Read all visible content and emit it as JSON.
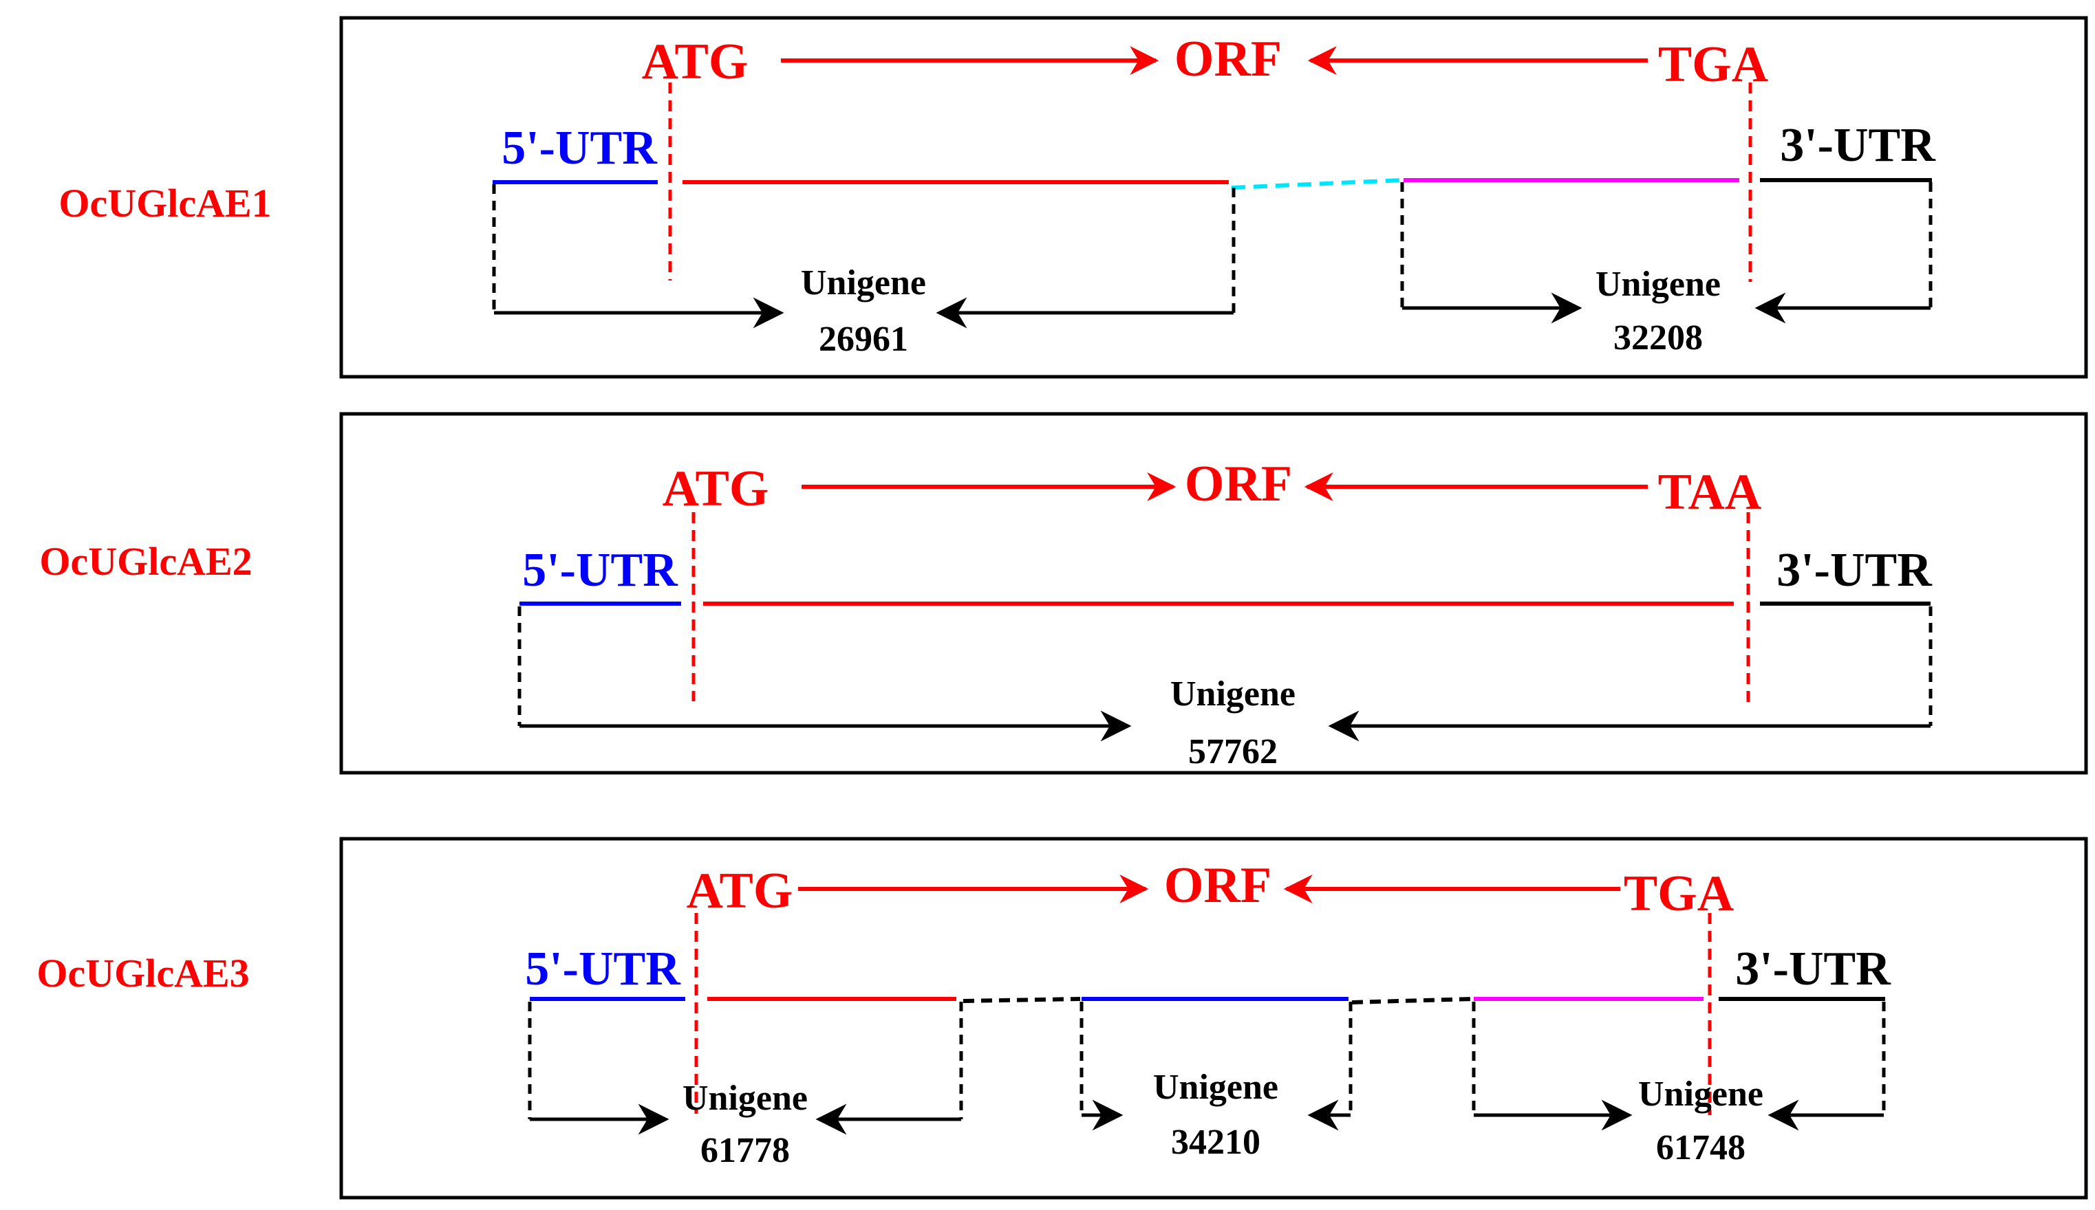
{
  "colors": {
    "red": "#ff0000",
    "blue": "#0000ff",
    "black": "#000000",
    "magenta": "#ff00ff",
    "cyan": "#00e5ff"
  },
  "panels": [
    {
      "name": "OcUGlcAE1",
      "start_codon": "ATG",
      "orf_label": "ORF",
      "stop_codon": "TGA",
      "utr5_label": "5'-UTR",
      "utr3_label": "3'-UTR",
      "unigenes": [
        {
          "label": "Unigene",
          "id": "26961"
        },
        {
          "label": "Unigene",
          "id": "32208"
        }
      ]
    },
    {
      "name": "OcUGlcAE2",
      "start_codon": "ATG",
      "orf_label": "ORF",
      "stop_codon": "TAA",
      "utr5_label": "5'-UTR",
      "utr3_label": "3'-UTR",
      "unigenes": [
        {
          "label": "Unigene",
          "id": "57762"
        }
      ]
    },
    {
      "name": "OcUGlcAE3",
      "start_codon": "ATG",
      "orf_label": "ORF",
      "stop_codon": "TGA",
      "utr5_label": "5'-UTR",
      "utr3_label": "3'-UTR",
      "unigenes": [
        {
          "label": "Unigene",
          "id": "61778"
        },
        {
          "label": "Unigene",
          "id": "34210"
        },
        {
          "label": "Unigene",
          "id": "61748"
        }
      ]
    }
  ]
}
